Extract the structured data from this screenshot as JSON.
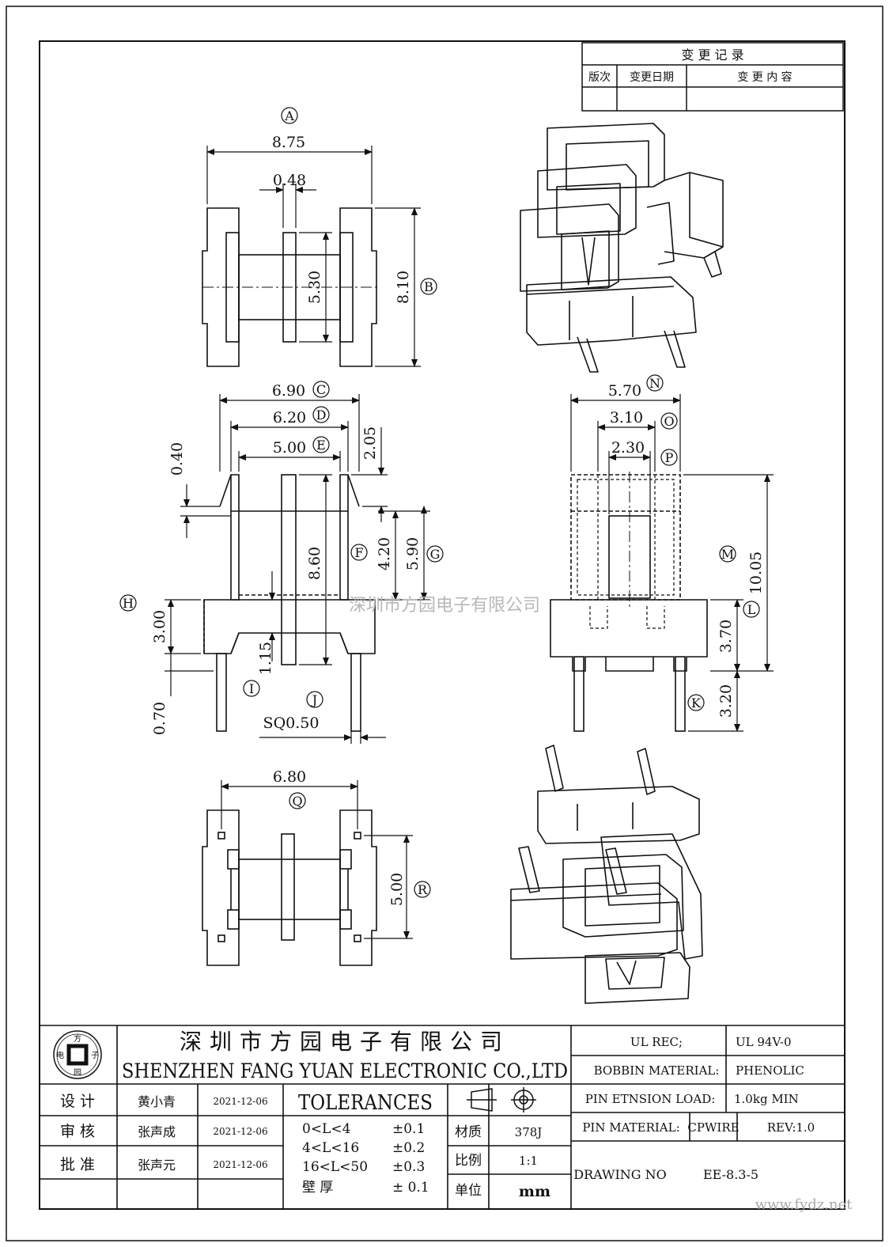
{
  "revision_table": {
    "title": "变 更 记 录",
    "headers": [
      "版次",
      "变更日期",
      "变 更 内 容"
    ]
  },
  "watermark": "深圳市方园电子有限公司",
  "site_mark": "www.fydz.net",
  "logo": {
    "top": "方",
    "left": "电",
    "right": "子",
    "bottom": "园"
  },
  "views": {
    "top_view": {
      "dims": [
        "8.75",
        "0.48",
        "5.30",
        "8.10"
      ],
      "markers": [
        "A",
        "B"
      ]
    },
    "front_view": {
      "dims": [
        "6.90",
        "6.20",
        "5.00",
        "2.05",
        "0.40",
        "8.60",
        "4.20",
        "5.90",
        "3.00",
        "1.15",
        "0.70",
        "SQ0.50"
      ],
      "markers": [
        "C",
        "D",
        "E",
        "F",
        "G",
        "H",
        "I",
        "J"
      ]
    },
    "side_view": {
      "dims": [
        "5.70",
        "3.10",
        "2.30",
        "10.05",
        "3.70",
        "3.20"
      ],
      "markers": [
        "N",
        "O",
        "P",
        "M",
        "L",
        "K"
      ]
    },
    "bottom_view": {
      "dims": [
        "6.80",
        "5.00"
      ],
      "markers": [
        "Q",
        "R"
      ]
    }
  },
  "title_block": {
    "company_cn": "深圳市方园电子有限公司",
    "company_en": "SHENZHEN FANG YUAN ELECTRONIC CO.,LTD",
    "roles": [
      {
        "role": "设 计",
        "name": "黄小青",
        "date": "2021-12-06"
      },
      {
        "role": "审 核",
        "name": "张声成",
        "date": "2021-12-06"
      },
      {
        "role": "批 准",
        "name": "张声元",
        "date": "2021-12-06"
      }
    ],
    "tolerances_title": "TOLERANCES",
    "tolerances": [
      {
        "range": "0<L<4",
        "value": "±0.1"
      },
      {
        "range": "4<L<16",
        "value": "±0.2"
      },
      {
        "range": "16<L<50",
        "value": "±0.3"
      },
      {
        "range": "壁 厚",
        "value": "± 0.1"
      }
    ],
    "material_label": "材质",
    "material_value": "378J",
    "scale_label": "比例",
    "scale_value": "1:1",
    "unit_label": "单位",
    "unit_value": "mm",
    "ul_rec_label": "UL REC;",
    "ul_rec_value": "UL 94V-0",
    "bobbin_material_label": "BOBBIN MATERIAL:",
    "bobbin_material_value": "PHENOLIC",
    "pin_load_label": "PIN ETNSION LOAD:",
    "pin_load_value": "1.0kg MIN",
    "pin_material_label": "PIN MATERIAL:",
    "pin_material_value": "CPWIRE",
    "rev": "REV:1.0",
    "drawing_no_label": "DRAWING NO",
    "drawing_no_value": "EE-8.3-5"
  }
}
